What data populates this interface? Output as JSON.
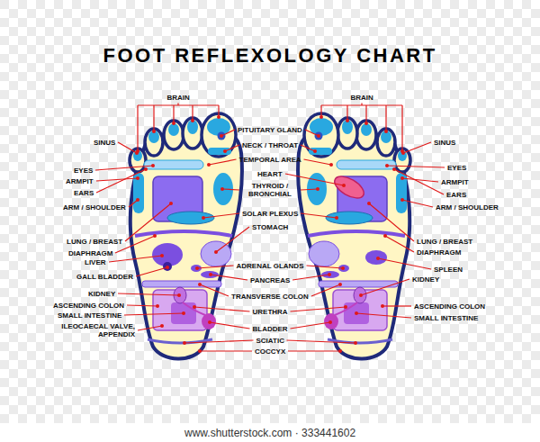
{
  "diagram": {
    "title": "FOOT REFLEXOLOGY CHART",
    "labels": [
      "BRAIN",
      "SINUS",
      "EYES",
      "ARMPIT",
      "EARS",
      "ARM / SHOULDER",
      "LUNG / BREAST",
      "DIAPHRAGM",
      "LIVER",
      "GALL BLADDER",
      "KIDNEY",
      "ASCENDING COLON",
      "SMALL INTESTINE",
      "ILEOCAECAL VALVE, APPENDIX",
      "PITUITARY GLAND",
      "NECK / THROAT",
      "TEMPORAL AREA",
      "HEART",
      "THYROID / BRONCHIAL",
      "SOLAR PLEXUS",
      "STOMACH",
      "ADRENAL GLANDS",
      "PANCREAS",
      "TRANSVERSE COLON",
      "URETHRA",
      "BLADDER",
      "SCIATIC",
      "COCCYX",
      "BRAIN",
      "SINUS",
      "EYES",
      "ARMPIT",
      "EARS",
      "ARM / SHOULDER",
      "LUNG / BREAST",
      "DIAPHRAGM",
      "SPLEEN",
      "KIDNEY",
      "ASCENDING COLON",
      "SMALL INTESTINE",
      "www.shutterstock.com · 333441602"
    ]
  }
}
